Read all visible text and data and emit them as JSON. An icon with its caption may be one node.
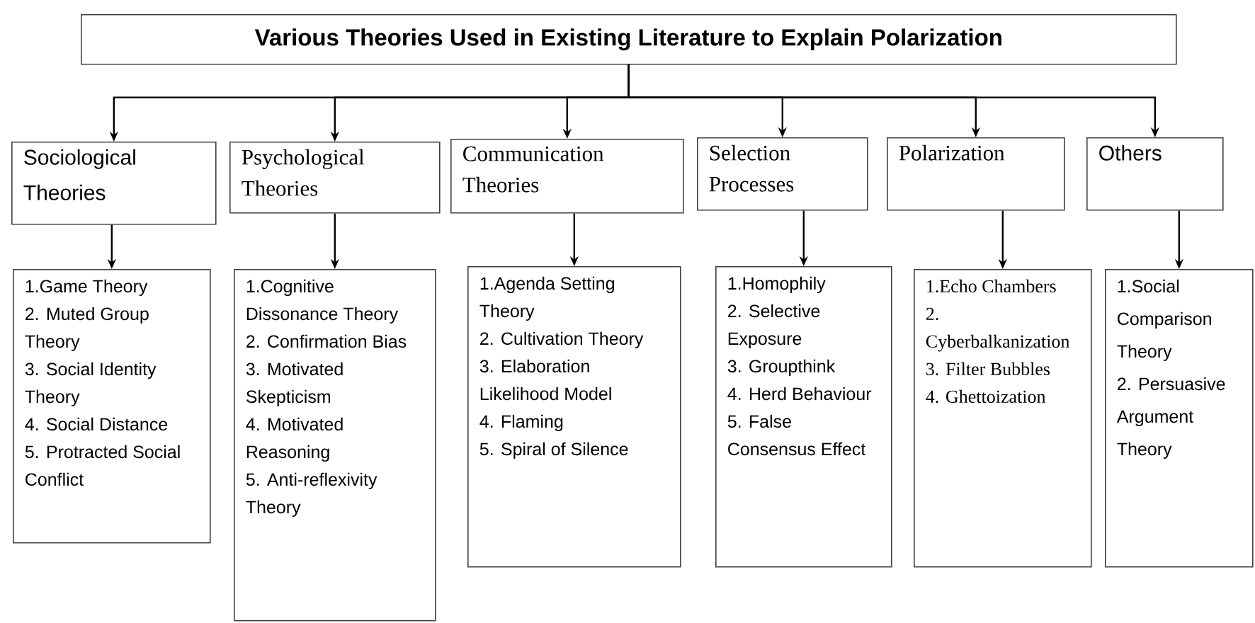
{
  "diagram": {
    "nodes": [
      {
        "text": [
          "Various Theories Used in Existing Literature to Explain Polarization"
        ]
      },
      {
        "text": [
          "Sociological Theories"
        ]
      },
      {
        "text": [
          "Psychological Theories"
        ]
      },
      {
        "text": [
          "Communication Theories"
        ]
      },
      {
        "text": [
          "Selection Processes"
        ]
      },
      {
        "text": [
          "Polarization"
        ]
      },
      {
        "text": [
          "Others"
        ]
      },
      {
        "text": [
          "1.Game Theory",
          "2. Muted Group Theory",
          "3. Social Identity Theory",
          "4. Social Distance",
          "5. Protracted Social Conflict"
        ]
      },
      {
        "text": [
          "1.Cognitive Dissonance Theory",
          "2. Confirmation Bias",
          "3. Motivated Skepticism",
          "4. Motivated Reasoning",
          "5. Anti-reflexivity Theory"
        ]
      },
      {
        "text": [
          "1.Agenda Setting Theory",
          "2. Cultivation Theory",
          "3. Elaboration Likelihood Model",
          "4. Flaming",
          "5. Spiral of Silence"
        ]
      },
      {
        "text": [
          "1.Homophily",
          "2. Selective Exposure",
          "3. Groupthink",
          "4. Herd Behaviour",
          "5. False Consensus Effect"
        ]
      },
      {
        "text": [
          "1.Echo Chambers",
          "2. Cyberbalkanization",
          "3. Filter Bubbles",
          "4. Ghettoization"
        ]
      },
      {
        "text": [
          "1.Social Comparison Theory",
          "2. Persuasive Argument Theory"
        ]
      }
    ],
    "edges": [
      {
        "from": 0,
        "to": 1,
        "arrow": "to"
      },
      {
        "from": 0,
        "to": 2,
        "arrow": "to"
      },
      {
        "from": 0,
        "to": 3,
        "arrow": "to"
      },
      {
        "from": 0,
        "to": 4,
        "arrow": "to"
      },
      {
        "from": 0,
        "to": 5,
        "arrow": "to"
      },
      {
        "from": 0,
        "to": 6,
        "arrow": "to"
      },
      {
        "from": 1,
        "to": 7,
        "arrow": "to"
      },
      {
        "from": 2,
        "to": 8,
        "arrow": "to"
      },
      {
        "from": 3,
        "to": 9,
        "arrow": "to"
      },
      {
        "from": 4,
        "to": 10,
        "arrow": "to"
      },
      {
        "from": 5,
        "to": 11,
        "arrow": "to"
      },
      {
        "from": 6,
        "to": 12,
        "arrow": "to"
      }
    ]
  }
}
